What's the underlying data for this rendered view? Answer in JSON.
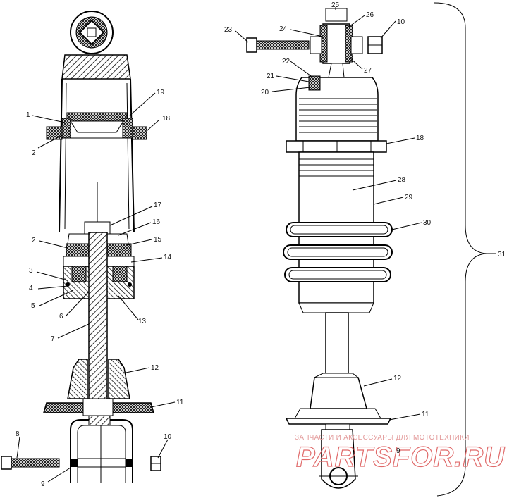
{
  "diagram": {
    "callouts": [
      {
        "id": "c1",
        "text": "1"
      },
      {
        "id": "c2a",
        "text": "2"
      },
      {
        "id": "c19",
        "text": "19"
      },
      {
        "id": "c18a",
        "text": "18"
      },
      {
        "id": "c2b",
        "text": "2"
      },
      {
        "id": "c17",
        "text": "17"
      },
      {
        "id": "c16",
        "text": "16"
      },
      {
        "id": "c15",
        "text": "15"
      },
      {
        "id": "c14",
        "text": "14"
      },
      {
        "id": "c3",
        "text": "3"
      },
      {
        "id": "c4",
        "text": "4"
      },
      {
        "id": "c5",
        "text": "5"
      },
      {
        "id": "c6",
        "text": "6"
      },
      {
        "id": "c13",
        "text": "13"
      },
      {
        "id": "c7",
        "text": "7"
      },
      {
        "id": "c12a",
        "text": "12"
      },
      {
        "id": "c11a",
        "text": "11"
      },
      {
        "id": "c8",
        "text": "8"
      },
      {
        "id": "c10a",
        "text": "10"
      },
      {
        "id": "c9a",
        "text": "9"
      },
      {
        "id": "c25",
        "text": "25"
      },
      {
        "id": "c26",
        "text": "26"
      },
      {
        "id": "c10b",
        "text": "10"
      },
      {
        "id": "c23",
        "text": "23"
      },
      {
        "id": "c24",
        "text": "24"
      },
      {
        "id": "c27",
        "text": "27"
      },
      {
        "id": "c22",
        "text": "22"
      },
      {
        "id": "c21",
        "text": "21"
      },
      {
        "id": "c20",
        "text": "20"
      },
      {
        "id": "c18b",
        "text": "18"
      },
      {
        "id": "c28",
        "text": "28"
      },
      {
        "id": "c29",
        "text": "29"
      },
      {
        "id": "c30",
        "text": "30"
      },
      {
        "id": "c31",
        "text": "31"
      },
      {
        "id": "c12b",
        "text": "12"
      },
      {
        "id": "c11b",
        "text": "11"
      },
      {
        "id": "c9b",
        "text": "9"
      }
    ]
  },
  "watermark": {
    "tagline": "ЗАПЧАСТИ И АКСЕССУАРЫ ДЛЯ МОТОТЕХНИКИ",
    "logo": "PARTSFOR.RU",
    "color": "#e06a6a"
  }
}
